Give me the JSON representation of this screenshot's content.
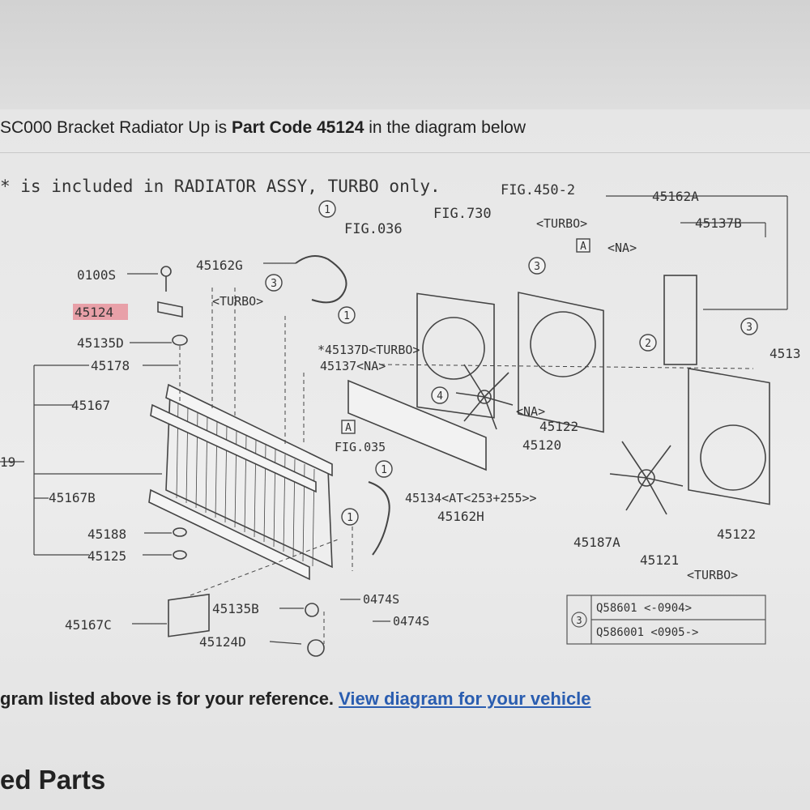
{
  "description": {
    "prefix": "SC000 Bracket Radiator Up is ",
    "part_code_label": "Part Code 45124",
    "suffix": " in the diagram below"
  },
  "diagram": {
    "caption": "* is included in RADIATOR ASSY, TURBO only.",
    "labels": {
      "fig450": "FIG.450-2",
      "fig730": "FIG.730",
      "fig036": "FIG.036",
      "fig035": "FIG.035",
      "p45162A": "45162A",
      "p45137B": "45137B",
      "turbo1": "<TURBO>",
      "na1": "<NA>",
      "p0100S": "0100S",
      "p45162G": "45162G",
      "turbo2": "<TURBO>",
      "p45124": "45124",
      "p45135D": "45135D",
      "p45178": "45178",
      "p45137D": "*45137D<TURBO>",
      "p45137na": "45137<NA>",
      "p4513": "4513",
      "p45167": "45167",
      "na2": "<NA>",
      "p45122a": "45122",
      "p45120": "45120",
      "p19": "19",
      "p45167B": "45167B",
      "p45134": "45134<AT<253+255>>",
      "p45162H": "45162H",
      "p45188": "45188",
      "p45125": "45125",
      "p45187A": "45187A",
      "p45121": "45121",
      "p45122b": "45122",
      "turbo3": "<TURBO>",
      "p45167C": "45167C",
      "p45135B": "45135B",
      "p0474S_1": "0474S",
      "p0474S_2": "0474S",
      "p45124D": "45124D"
    },
    "callouts": [
      "1",
      "2",
      "3",
      "4",
      "A"
    ],
    "table": {
      "key": "3",
      "rows": [
        "Q58601 <-0904>",
        "Q586001 <0905->"
      ]
    }
  },
  "note": {
    "text": "gram listed above is for your reference. ",
    "link": "View diagram for your vehicle"
  },
  "related": {
    "title": "ed Parts"
  }
}
